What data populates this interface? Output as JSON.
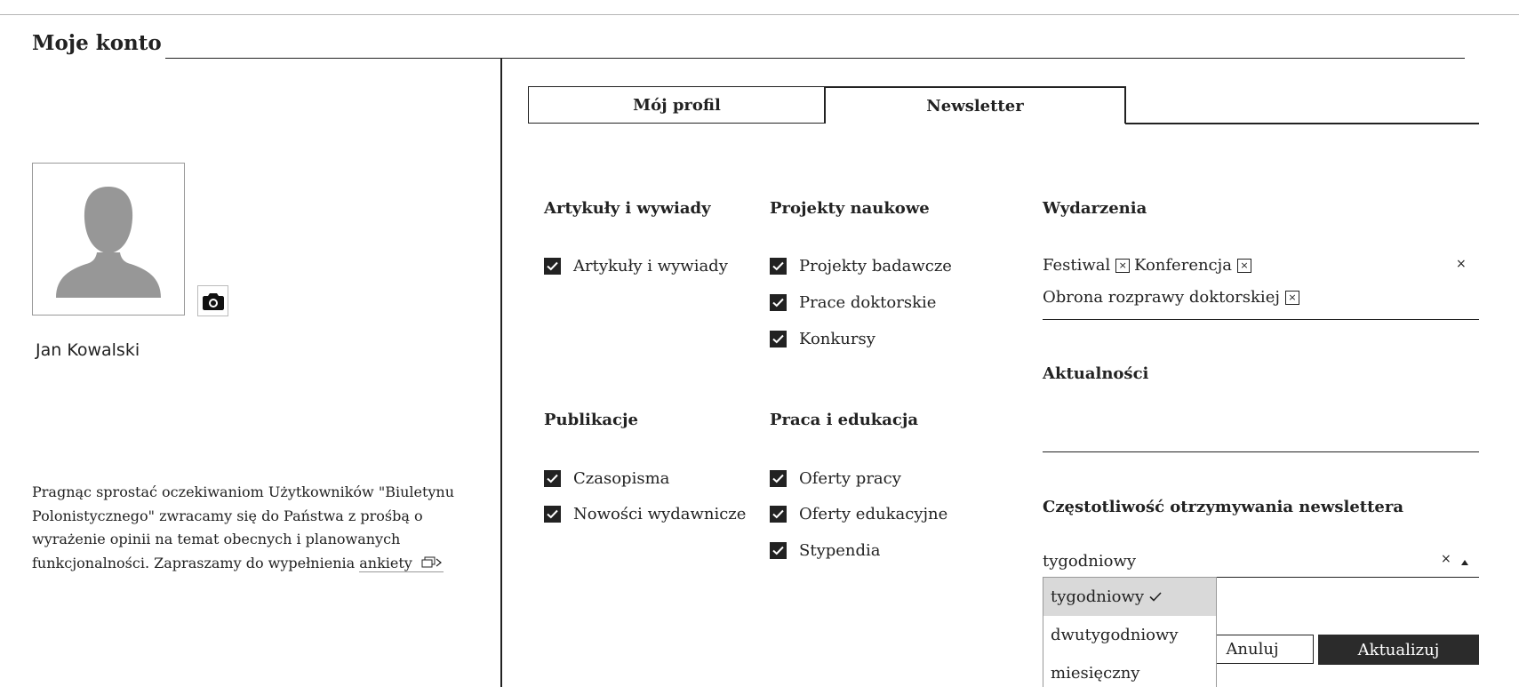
{
  "page": {
    "title": "Moje konto"
  },
  "profile": {
    "name": "Jan Kowalski",
    "avatar_icon": "user-silhouette-icon",
    "camera_icon": "camera-icon",
    "survey_text": "Pragnąc sprostać oczekiwaniom Użytkowników \"Biuletynu Polonistycznego\" zwracamy się do Państwa z prośbą o wyrażenie opinii na temat obecnych i planowanych funkcjonalności. Zapraszamy do wypełnienia ",
    "survey_link": "ankiety",
    "survey_link_icon": "external-link-icon"
  },
  "tabs": {
    "profile": "Mój profil",
    "newsletter": "Newsletter",
    "active": "newsletter"
  },
  "sections": {
    "articles": {
      "title": "Artykuły i wywiady",
      "items": [
        {
          "label": "Artykuły i wywiady",
          "checked": true
        }
      ]
    },
    "projects": {
      "title": "Projekty naukowe",
      "items": [
        {
          "label": "Projekty badawcze",
          "checked": true
        },
        {
          "label": "Prace doktorskie",
          "checked": true
        },
        {
          "label": "Konkursy",
          "checked": true
        }
      ]
    },
    "publications": {
      "title": "Publikacje",
      "items": [
        {
          "label": "Czasopisma",
          "checked": true
        },
        {
          "label": "Nowości wydawnicze",
          "checked": true
        }
      ]
    },
    "work": {
      "title": "Praca i edukacja",
      "items": [
        {
          "label": "Oferty pracy",
          "checked": true
        },
        {
          "label": "Oferty edukacyjne",
          "checked": true
        },
        {
          "label": "Stypendia",
          "checked": true
        }
      ]
    }
  },
  "events": {
    "title": "Wydarzenia",
    "chips": [
      "Festiwal",
      "Konferencja",
      "Obrona rozprawy doktorskiej"
    ],
    "chip_remove_glyph": "×",
    "clear_glyph": "×"
  },
  "news": {
    "title": "Aktualności"
  },
  "frequency": {
    "title": "Częstotliwość otrzymywania newslettera",
    "value": "tygodniowy",
    "clear_glyph": "×",
    "options": [
      "tygodniowy",
      "dwutygodniowy",
      "miesięczny"
    ],
    "selected_index": 0
  },
  "buttons": {
    "cancel": "Anuluj",
    "update": "Aktualizuj"
  },
  "colors": {
    "text": "#222222",
    "checkbox": "#222222",
    "dropdown_selected": "#d9d9d9",
    "update_button": "#2b2b2b"
  }
}
